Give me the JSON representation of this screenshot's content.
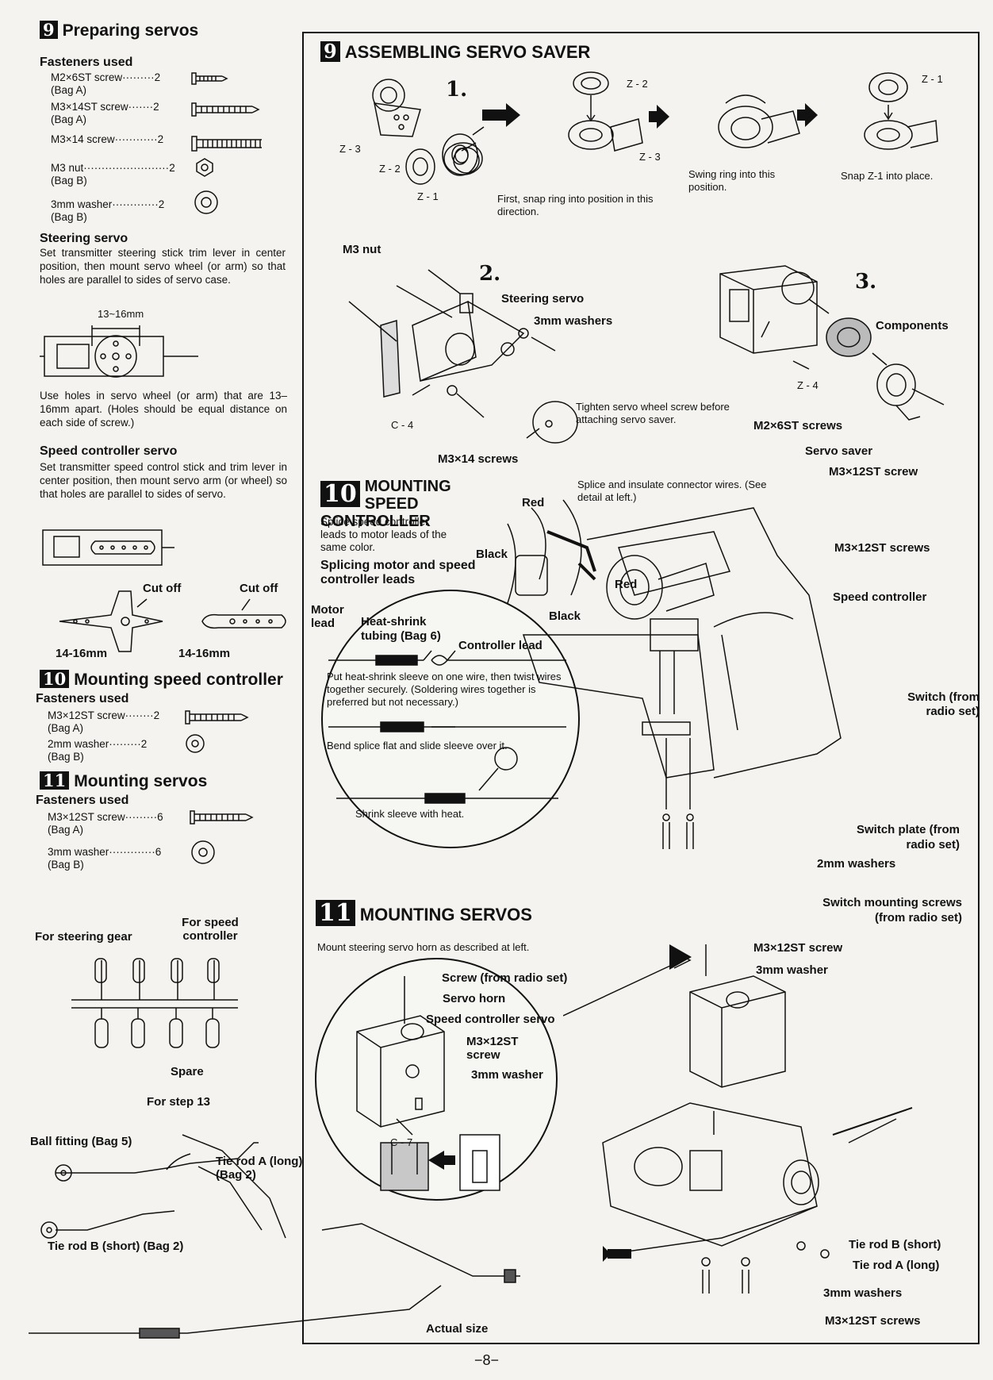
{
  "left": {
    "s9": {
      "num": "9",
      "title": "Preparing servos",
      "fasteners_title": "Fasteners used",
      "fasteners": [
        {
          "name": "M2×6ST screw",
          "qty": "2",
          "bag": "(Bag A)"
        },
        {
          "name": "M3×14ST screw",
          "qty": "2",
          "bag": "(Bag A)"
        },
        {
          "name": "M3×14 screw",
          "qty": "2",
          "bag": ""
        },
        {
          "name": "M3 nut",
          "qty": "2",
          "bag": "(Bag B)"
        },
        {
          "name": "3mm washer",
          "qty": "2",
          "bag": "(Bag B)"
        }
      ],
      "steering_title": "Steering servo",
      "steering_text": "Set transmitter steering stick trim lever in center position, then mount servo wheel (or arm) so that holes are parallel to sides of servo case.",
      "dim": "13~16mm",
      "holes_text": "Use holes in servo wheel (or arm) that are 13–16mm apart. (Holes should be equal distance on each side of screw.)",
      "speed_title": "Speed controller servo",
      "speed_text": "Set transmitter speed control stick and trim lever in center position, then mount servo arm (or wheel) so that holes are parallel to sides of servo.",
      "cut1": "Cut off",
      "cut2": "Cut off",
      "mm1": "14-16mm",
      "mm2": "14-16mm"
    },
    "s10": {
      "num": "10",
      "title": "Mounting speed controller",
      "fasteners_title": "Fasteners used",
      "fasteners": [
        {
          "name": "M3×12ST screw",
          "qty": "2",
          "bag": "(Bag A)"
        },
        {
          "name": "2mm washer",
          "qty": "2",
          "bag": "(Bag B)"
        }
      ]
    },
    "s11": {
      "num": "11",
      "title": "Mounting servos",
      "fasteners_title": "Fasteners used",
      "fasteners": [
        {
          "name": "M3×12ST screw",
          "qty": "6",
          "bag": "(Bag A)"
        },
        {
          "name": "3mm washer",
          "qty": "6",
          "bag": "(Bag B)"
        }
      ]
    },
    "rods": {
      "for_steering": "For steering gear",
      "for_speed": "For speed controller",
      "spare": "Spare",
      "for_step": "For step 13",
      "ball": "Ball fitting (Bag 5)",
      "tie_a": "Tie rod A (long) (Bag 2)",
      "tie_b": "Tie rod B (short) (Bag 2)"
    }
  },
  "right": {
    "s9": {
      "num": "9",
      "title": "ASSEMBLING SERVO SAVER",
      "step1": "1.",
      "step2": "2.",
      "step3": "3.",
      "z1": "Z - 1",
      "z2": "Z - 2",
      "z3": "Z - 3",
      "z4": "Z - 4",
      "c4": "C - 4",
      "first_snap": "First, snap ring into position in this direction.",
      "swing": "Swing ring into this position.",
      "snap_z1": "Snap Z-1 into place.",
      "m3nut": "M3 nut",
      "steering_servo": "Steering servo",
      "washers": "3mm washers",
      "tighten": "Tighten servo wheel screw before attaching servo saver.",
      "m3x14": "M3×14 screws",
      "components": "Components",
      "m2x6": "M2×6ST screws",
      "servo_saver": "Servo saver",
      "m3x12": "M3×12ST screw"
    },
    "s10": {
      "num": "10",
      "title_l1": "MOUNTING SPEED",
      "title_l2": "CONTROLLER",
      "splice_text": "Splice speed controller leads to motor leads of the same color.",
      "splicing": "Splicing motor and speed controller leads",
      "motor_lead": "Motor lead",
      "heat_shrink": "Heat-shrink tubing (Bag 6)",
      "controller_lead": "Controller lead",
      "put_text": "Put heat-shrink sleeve on one wire, then twist wires together securely. (Soldering wires together is preferred but not necessary.)",
      "bend": "Bend splice flat and slide sleeve over it.",
      "shrink": "Shrink sleeve with heat.",
      "splice_note": "Splice and insulate connector wires. (See detail at left.)",
      "red": "Red",
      "black": "Black",
      "red2": "Red",
      "black2": "Black",
      "m3x12_screws": "M3×12ST screws",
      "speed_controller": "Speed controller",
      "switch": "Switch (from radio set)",
      "switch_plate": "Switch plate (from radio set)",
      "washers_2mm": "2mm washers",
      "switch_screws": "Switch mounting screws (from radio set)"
    },
    "s11": {
      "num": "11",
      "title": "MOUNTING SERVOS",
      "mount_text": "Mount steering servo horn as described at left.",
      "screw_radio": "Screw (from radio set)",
      "servo_horn": "Servo horn",
      "speed_servo": "Speed controller servo",
      "m3x12": "M3×12ST screw",
      "washer": "3mm washer",
      "c7": "C - 7",
      "m3x12_r": "M3×12ST screw",
      "washer_r": "3mm washer",
      "tie_b": "Tie rod B (short)",
      "tie_a": "Tie rod A (long)",
      "washers_3mm": "3mm washers",
      "m3x12_screws": "M3×12ST screws",
      "actual": "Actual size"
    }
  },
  "page_number": "−8−"
}
